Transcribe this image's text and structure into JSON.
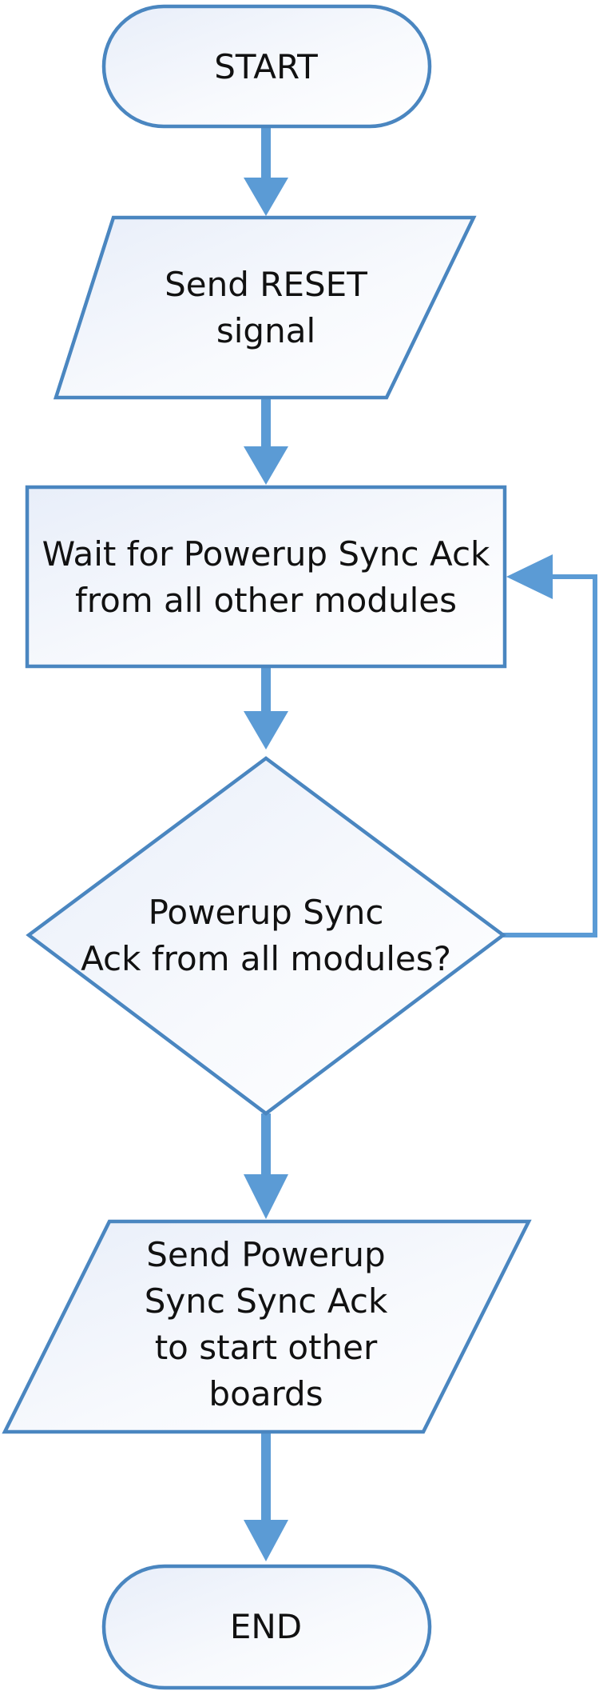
{
  "diagram": {
    "nodes": [
      {
        "id": "start",
        "shape": "terminator",
        "lines": [
          "START"
        ]
      },
      {
        "id": "send-reset",
        "shape": "data",
        "lines": [
          "Send RESET",
          "signal"
        ]
      },
      {
        "id": "wait-ack",
        "shape": "process",
        "lines": [
          "Wait for Powerup Sync Ack",
          "from all other modules"
        ]
      },
      {
        "id": "ack-check",
        "shape": "decision",
        "lines": [
          "Powerup Sync",
          "Ack from all modules?"
        ]
      },
      {
        "id": "send-ack",
        "shape": "data",
        "lines": [
          "Send Powerup",
          "Sync Sync Ack",
          "to start other",
          "boards"
        ]
      },
      {
        "id": "end",
        "shape": "terminator",
        "lines": [
          "END"
        ]
      }
    ],
    "edges": [
      {
        "from": "start",
        "to": "send-reset"
      },
      {
        "from": "send-reset",
        "to": "wait-ack"
      },
      {
        "from": "wait-ack",
        "to": "ack-check"
      },
      {
        "from": "ack-check",
        "to": "wait-ack"
      },
      {
        "from": "ack-check",
        "to": "send-ack"
      },
      {
        "from": "send-ack",
        "to": "end"
      }
    ],
    "colors": {
      "stroke": "#4a86c0",
      "connector": "#5b9bd5",
      "fill_light": "#eef3fb",
      "fill_white": "#ffffff",
      "text": "#111111"
    }
  }
}
